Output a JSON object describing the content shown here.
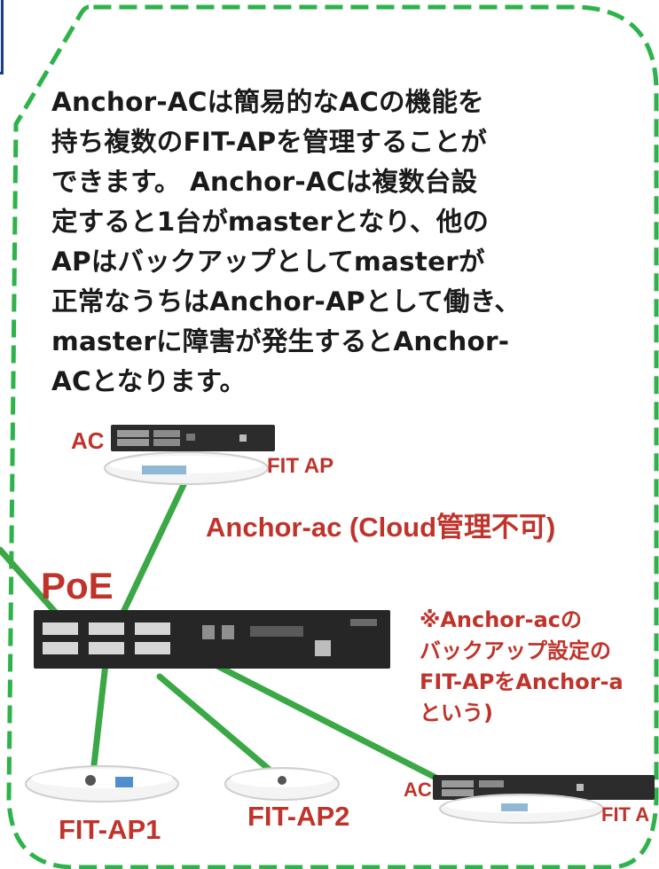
{
  "description": "Anchor-ACは簡易的なACの機能を\n持ち複数のFIT-APを管理することが\nできます。 Anchor-ACは複数台設\n定すると1台がmasterとなり、他の\nAPはバックアップとしてmasterが\n正常なうちはAnchor-APとして働き、\nmasterに障害が発生するとAnchor-\nACとなります。",
  "labels": {
    "ac_top": "AC",
    "fit_ap_top": "FIT AP",
    "anchor_ac": "Anchor-ac (Cloud管理不可)",
    "poe": "PoE",
    "note": "※Anchor-acの\nバックアップ設定の\nFIT-APをAnchor-a\nという)",
    "ac_right": "AC",
    "fit_ap_right": "FIT A",
    "fit_ap1": "FIT-AP1",
    "fit_ap2": "FIT-AP2"
  },
  "colors": {
    "frame_dash": "#2db34a",
    "cable": "#3aa845",
    "label_red": "#c0332b",
    "text_dark": "#1a1a1a"
  }
}
